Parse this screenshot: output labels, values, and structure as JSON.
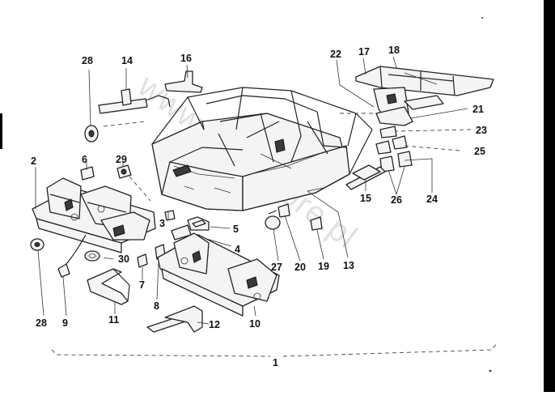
{
  "diagram": {
    "watermark": "www.bmwstore.pl",
    "callouts": [
      {
        "id": "c1",
        "label": "1"
      },
      {
        "id": "c2",
        "label": "2"
      },
      {
        "id": "c3",
        "label": "3"
      },
      {
        "id": "c4",
        "label": "4"
      },
      {
        "id": "c5",
        "label": "5"
      },
      {
        "id": "c6",
        "label": "6"
      },
      {
        "id": "c7",
        "label": "7"
      },
      {
        "id": "c8",
        "label": "8"
      },
      {
        "id": "c9",
        "label": "9"
      },
      {
        "id": "c10",
        "label": "10"
      },
      {
        "id": "c11",
        "label": "11"
      },
      {
        "id": "c12",
        "label": "12"
      },
      {
        "id": "c13",
        "label": "13"
      },
      {
        "id": "c14",
        "label": "14"
      },
      {
        "id": "c15",
        "label": "15"
      },
      {
        "id": "c16",
        "label": "16"
      },
      {
        "id": "c17",
        "label": "17"
      },
      {
        "id": "c18",
        "label": "18"
      },
      {
        "id": "c19",
        "label": "19"
      },
      {
        "id": "c20",
        "label": "20"
      },
      {
        "id": "c21",
        "label": "21"
      },
      {
        "id": "c22",
        "label": "22"
      },
      {
        "id": "c23",
        "label": "23"
      },
      {
        "id": "c24",
        "label": "24"
      },
      {
        "id": "c25",
        "label": "25"
      },
      {
        "id": "c26",
        "label": "26"
      },
      {
        "id": "c27",
        "label": "27"
      },
      {
        "id": "c28a",
        "label": "28"
      },
      {
        "id": "c28b",
        "label": "28"
      },
      {
        "id": "c29",
        "label": "29"
      },
      {
        "id": "c30",
        "label": "30"
      }
    ]
  }
}
